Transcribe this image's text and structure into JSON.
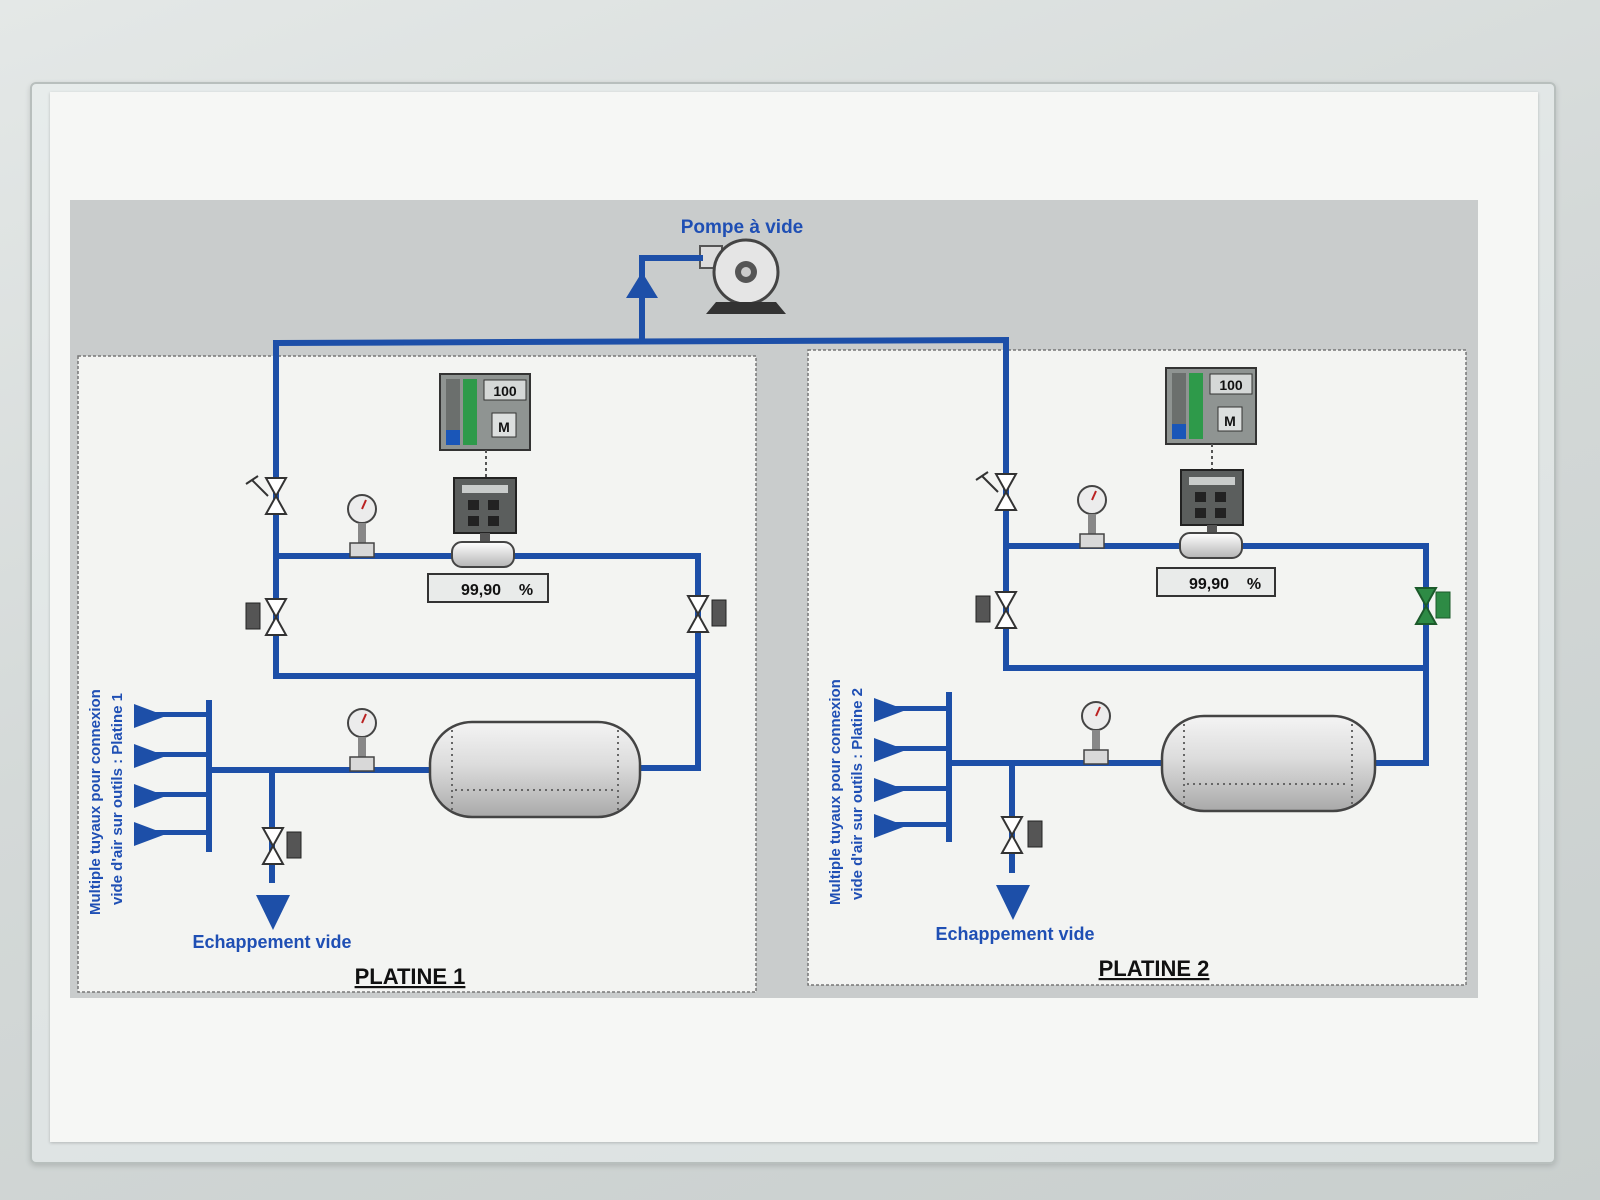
{
  "pump": {
    "label": "Pompe à vide"
  },
  "platines": [
    {
      "title": "PLATINE 1",
      "manifold_label_line1": "Multiple tuyaux pour connexion",
      "manifold_label_line2": "vide d'air sur outils : Platine 1",
      "exhaust_label": "Echappement vide",
      "gauge_max": "100",
      "mode": "M",
      "reading": "99,90",
      "reading_unit": "%"
    },
    {
      "title": "PLATINE 2",
      "manifold_label_line1": "Multiple tuyaux pour connexion",
      "manifold_label_line2": "vide d'air sur outils : Platine 2",
      "exhaust_label": "Echappement vide",
      "gauge_max": "100",
      "mode": "M",
      "reading": "99,90",
      "reading_unit": "%"
    }
  ],
  "colors": {
    "pipe": "#1d4fa8",
    "label_blue": "#1f4fb4",
    "panel_bg": "#c9cccc",
    "valve_green": "#2e8b45"
  }
}
